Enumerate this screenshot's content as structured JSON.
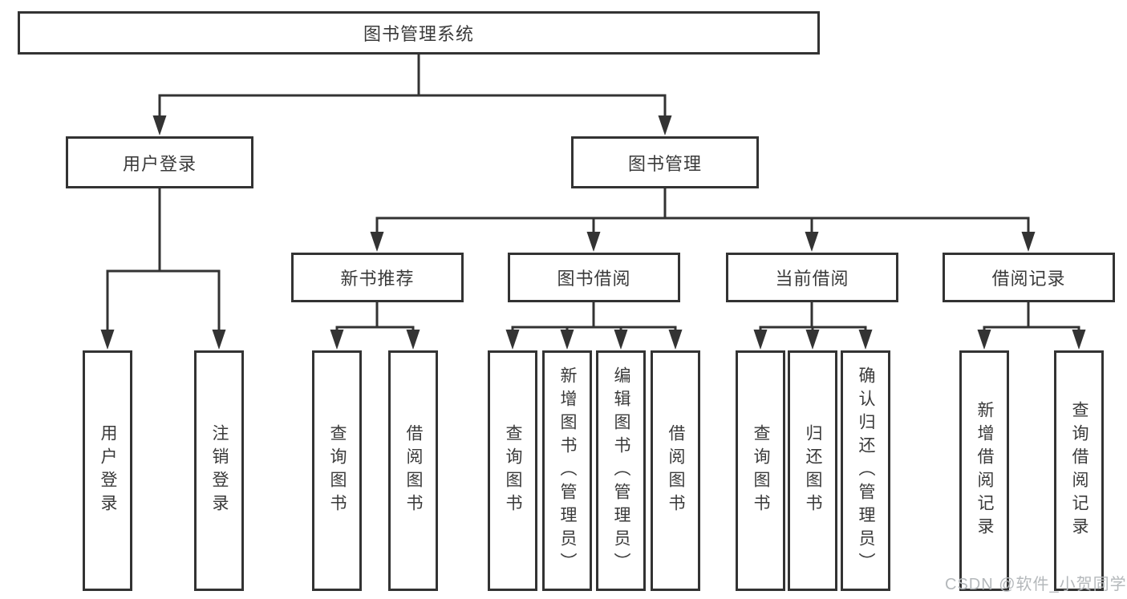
{
  "diagram_type": "hierarchy-tree",
  "root": {
    "label": "图书管理系统"
  },
  "user_branch": {
    "label": "用户登录",
    "leaves": [
      "用户登录",
      "注销登录"
    ]
  },
  "mgmt_branch": {
    "label": "图书管理",
    "groups": [
      {
        "label": "新书推荐",
        "leaves": [
          "查询图书",
          "借阅图书"
        ]
      },
      {
        "label": "图书借阅",
        "leaves": [
          "查询图书",
          "新增图书（管理员）",
          "编辑图书（管理员）",
          "借阅图书"
        ]
      },
      {
        "label": "当前借阅",
        "leaves": [
          "查询图书",
          "归还图书",
          "确认归还（管理员）"
        ]
      },
      {
        "label": "借阅记录",
        "leaves": [
          "新增借阅记录",
          "查询借阅记录"
        ]
      }
    ]
  },
  "watermark": "CSDN @软件_小贺同学",
  "colors": {
    "line": "#333333",
    "box_border": "#333333",
    "text": "#3a3a3a",
    "watermark": "#b4b8bb",
    "background": "#ffffff"
  }
}
